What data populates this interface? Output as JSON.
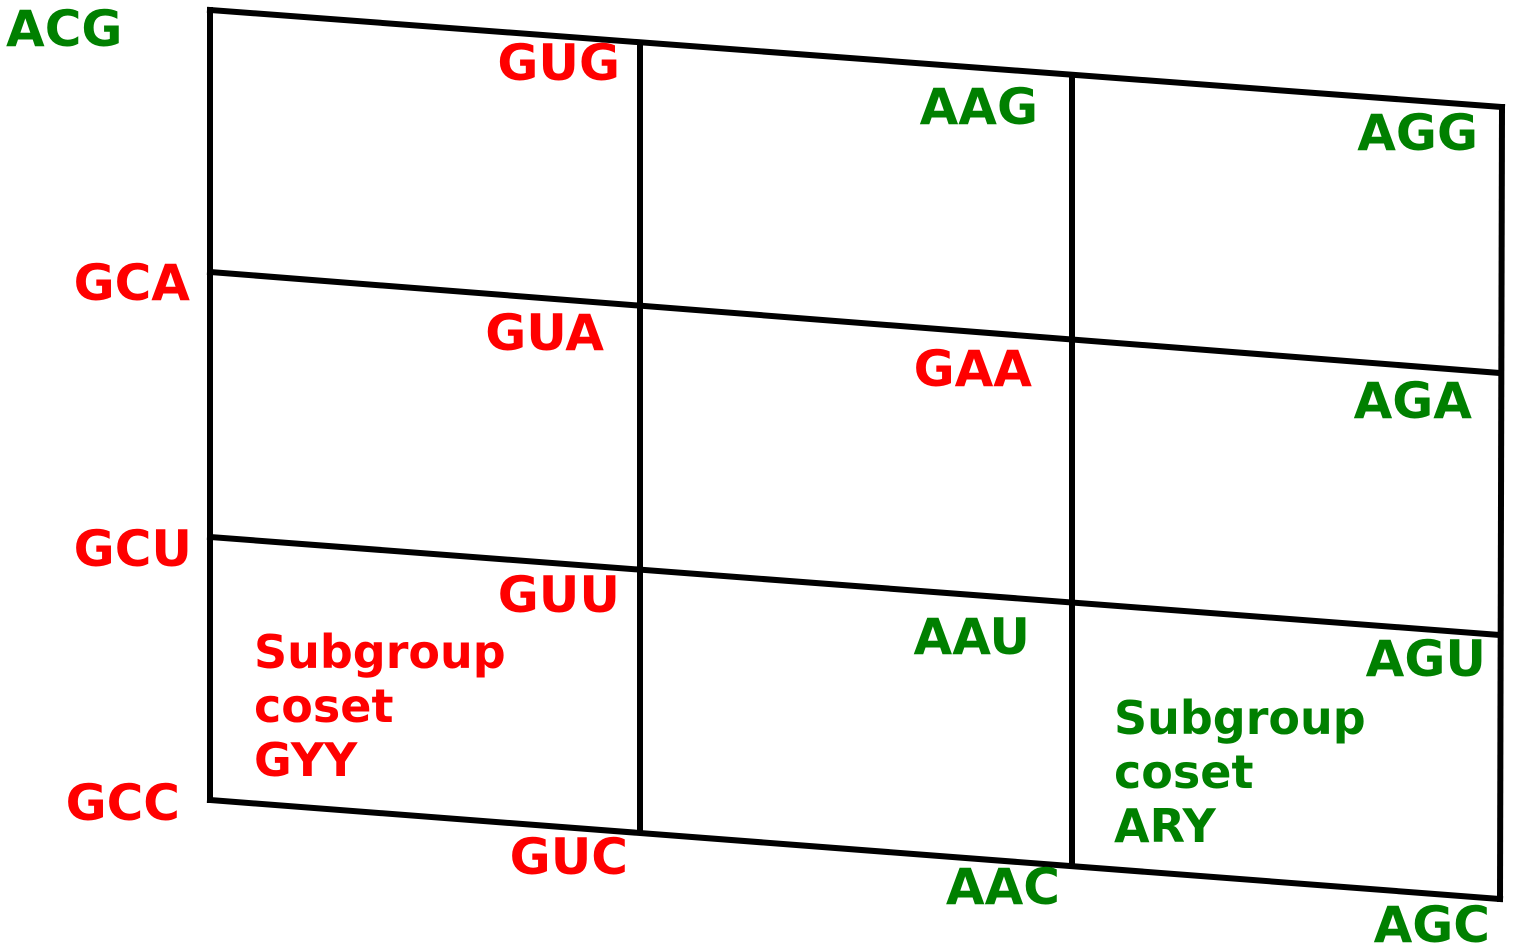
{
  "colors": {
    "red": "#ff0000",
    "green": "#008000",
    "line": "#000000",
    "background": "#ffffff"
  },
  "row_labels": [
    {
      "text": "ACG",
      "color": "green"
    },
    {
      "text": "GCA",
      "color": "red"
    },
    {
      "text": "GCU",
      "color": "red"
    },
    {
      "text": "GCC",
      "color": "red"
    }
  ],
  "top_labels": [
    {
      "text": "GUG",
      "color": "red"
    },
    {
      "text": "AAG",
      "color": "green"
    },
    {
      "text": "AGG",
      "color": "green"
    }
  ],
  "middle_labels": [
    {
      "text": "GUA",
      "color": "red"
    },
    {
      "text": "GAA",
      "color": "red"
    },
    {
      "text": "AGA",
      "color": "green"
    }
  ],
  "lower_labels": [
    {
      "text": "GUU",
      "color": "red"
    },
    {
      "text": "AAU",
      "color": "green"
    },
    {
      "text": "AGU",
      "color": "green"
    }
  ],
  "bottom_labels": [
    {
      "text": "GUC",
      "color": "red"
    },
    {
      "text": "AAC",
      "color": "green"
    },
    {
      "text": "AGC",
      "color": "green"
    }
  ],
  "subgroup_gyy": {
    "line1": "Subgroup",
    "line2": "coset",
    "line3": "GYY",
    "color": "red"
  },
  "subgroup_ary": {
    "line1": "Subgroup",
    "line2": "coset",
    "line3": "ARY",
    "color": "green"
  }
}
